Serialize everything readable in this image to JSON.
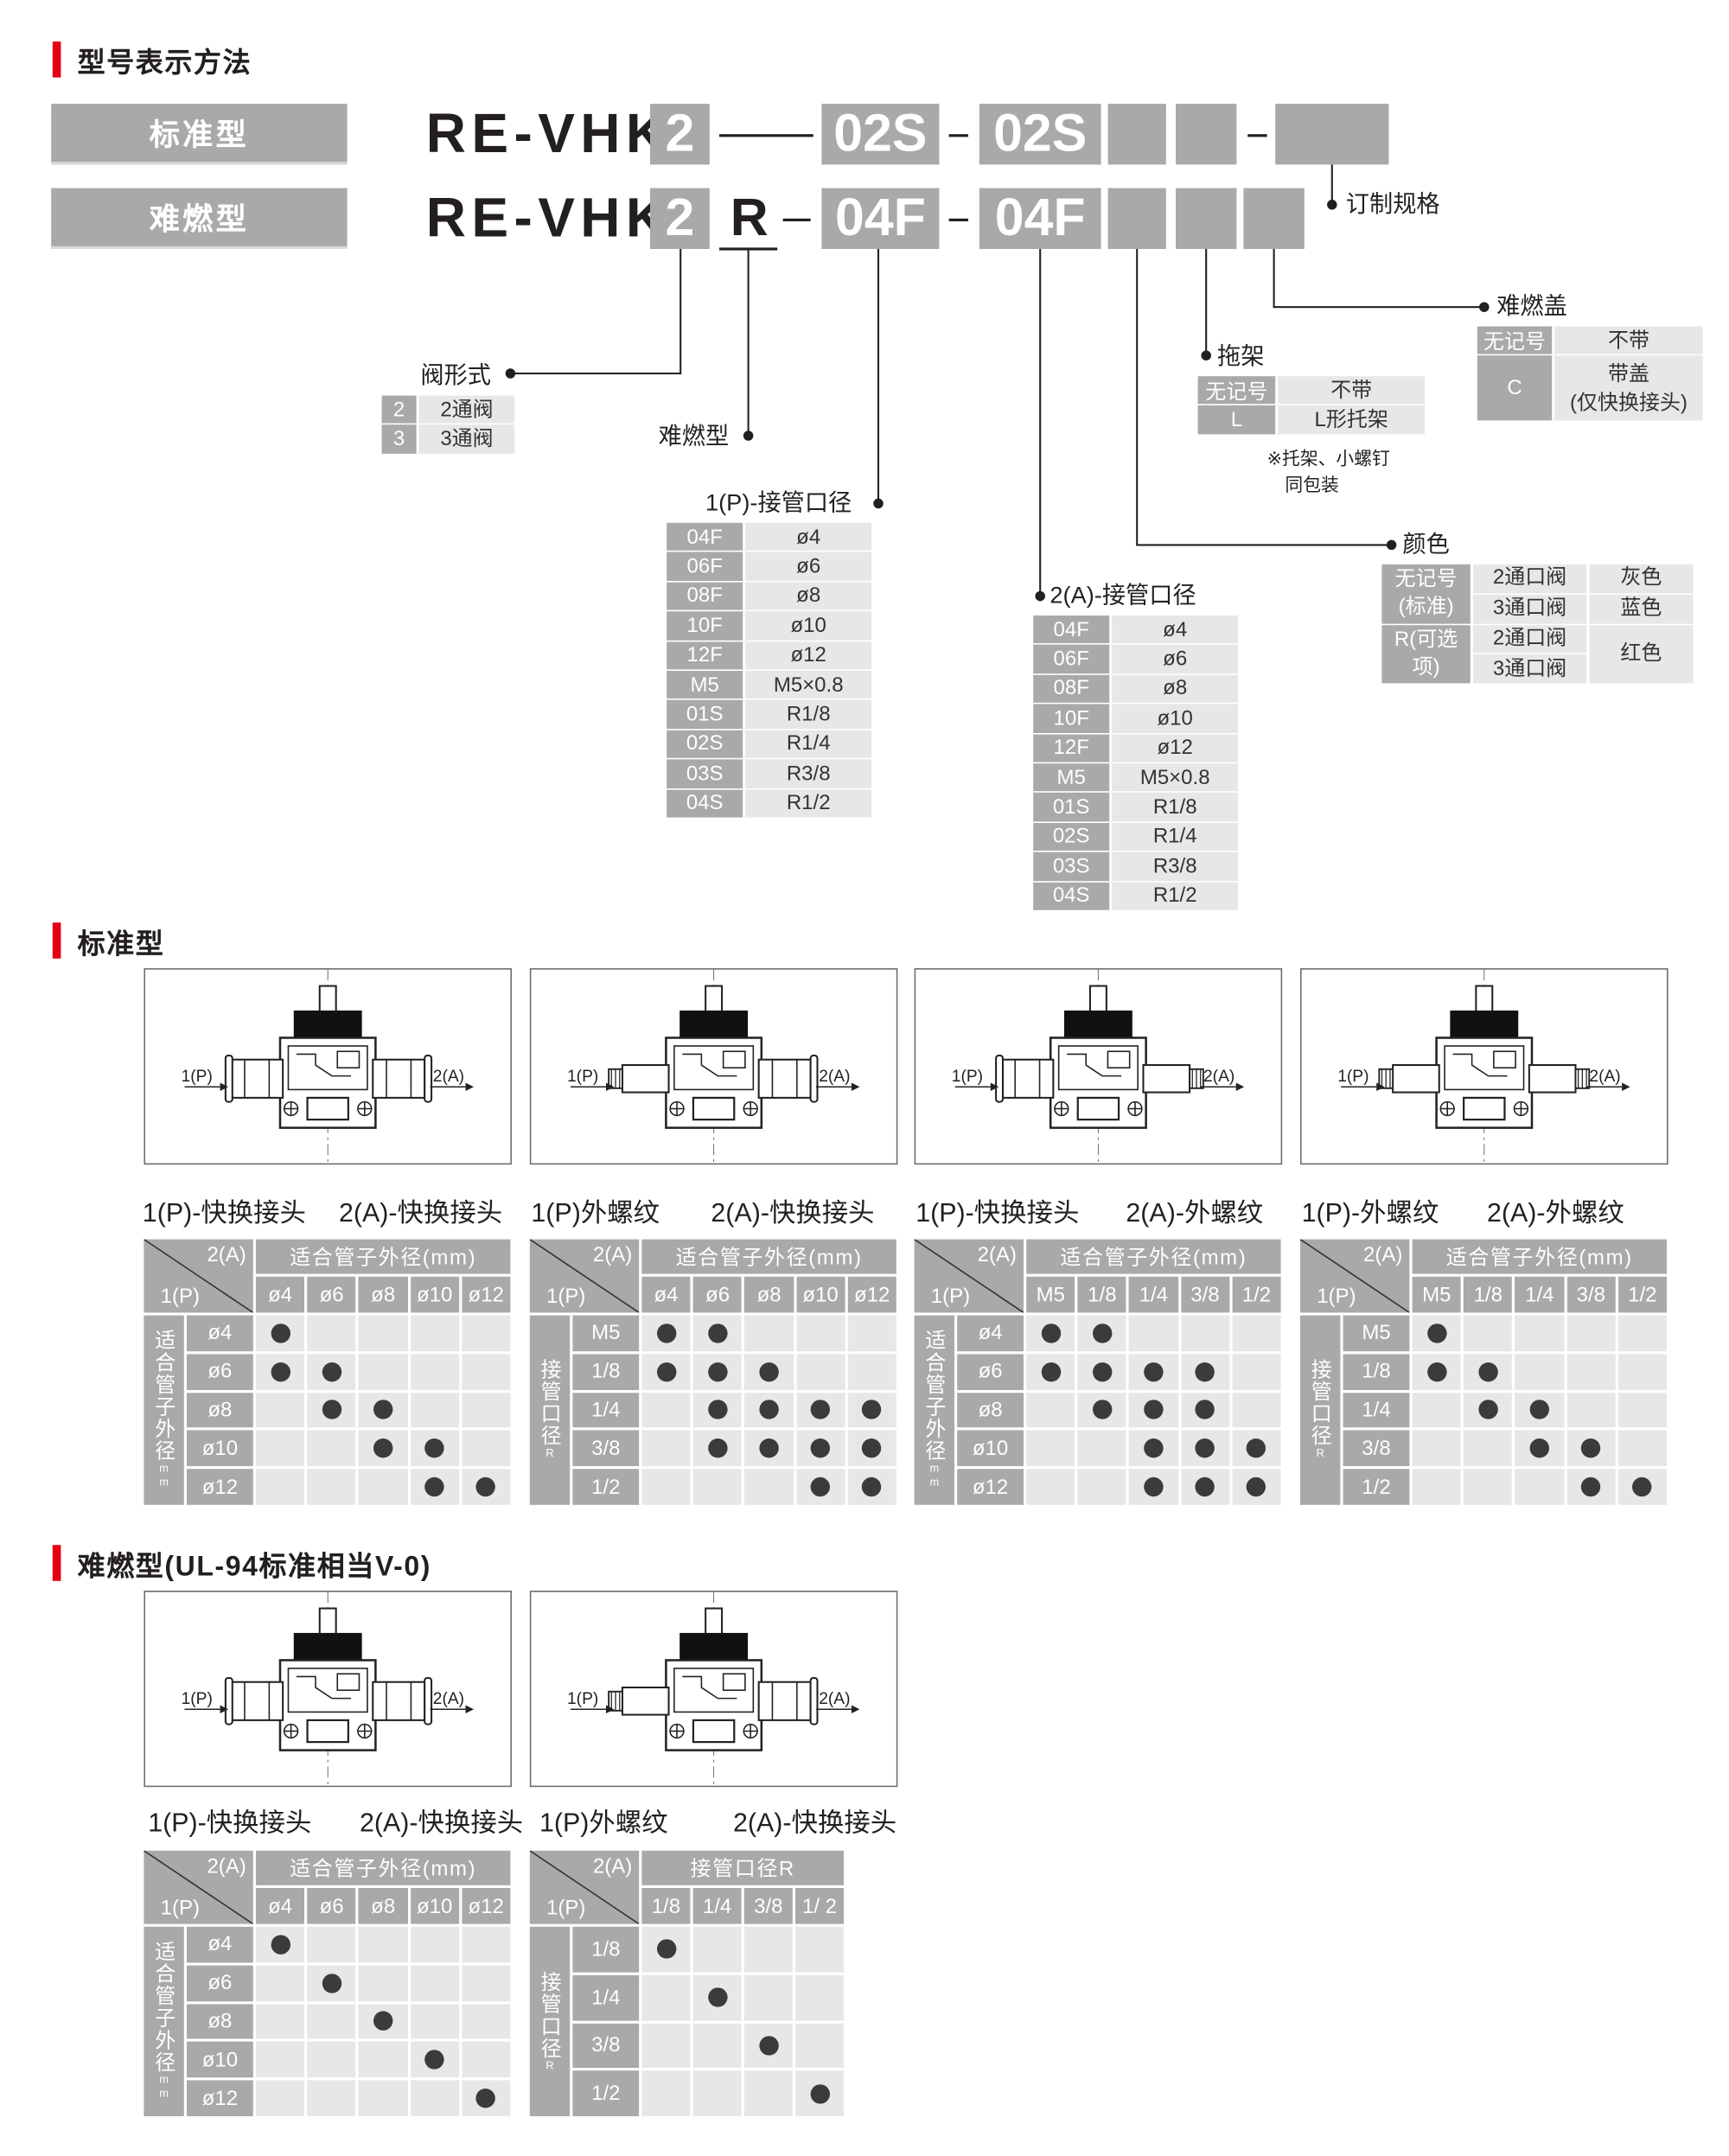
{
  "section_titles": {
    "model_notation": "型号表示方法",
    "standard": "标准型",
    "flame": "难燃型(UL-94标准相当V-0)"
  },
  "model": {
    "standard": {
      "label": "标准型",
      "prefix": "RE-VHK",
      "valve": "2",
      "port1": "02S",
      "port2": "02S"
    },
    "flame": {
      "label": "难燃型",
      "prefix": "RE-VHK",
      "valve": "2",
      "flame_code": "R",
      "port1": "04F",
      "port2": "04F"
    },
    "dash": "-"
  },
  "callouts": {
    "valve_type": {
      "title": "阀形式",
      "rows": [
        [
          "2",
          "2通阀"
        ],
        [
          "3",
          "3通阀"
        ]
      ]
    },
    "flame": {
      "title": "难燃型"
    },
    "port1": {
      "title": "1(P)-接管口径",
      "rows": [
        [
          "04F",
          "ø4"
        ],
        [
          "06F",
          "ø6"
        ],
        [
          "08F",
          "ø8"
        ],
        [
          "10F",
          "ø10"
        ],
        [
          "12F",
          "ø12"
        ],
        [
          "M5",
          "M5×0.8"
        ],
        [
          "01S",
          "R1/8"
        ],
        [
          "02S",
          "R1/4"
        ],
        [
          "03S",
          "R3/8"
        ],
        [
          "04S",
          "R1/2"
        ]
      ]
    },
    "port2": {
      "title": "2(A)-接管口径",
      "rows": [
        [
          "04F",
          "ø4"
        ],
        [
          "06F",
          "ø6"
        ],
        [
          "08F",
          "ø8"
        ],
        [
          "10F",
          "ø10"
        ],
        [
          "12F",
          "ø12"
        ],
        [
          "M5",
          "M5×0.8"
        ],
        [
          "01S",
          "R1/8"
        ],
        [
          "02S",
          "R1/4"
        ],
        [
          "03S",
          "R3/8"
        ],
        [
          "04S",
          "R1/2"
        ]
      ]
    },
    "color": {
      "title": "颜色",
      "rows": [
        {
          "k": "无记号\n(标准)",
          "items": [
            [
              "2通口阀",
              "灰色"
            ],
            [
              "3通口阀",
              "蓝色"
            ]
          ]
        },
        {
          "k": "R\n(可选项)",
          "items": [
            [
              "2通口阀",
              "红色"
            ],
            [
              "3通口阀",
              "红色"
            ]
          ]
        }
      ],
      "cells": {
        "k1": "无记号(标准)",
        "k2": "R(可选项)",
        "v1": "2通口阀",
        "v2": "3通口阀",
        "v3": "2通口阀",
        "v4": "3通口阀",
        "c1": "灰色",
        "c2": "蓝色",
        "c3": "红色"
      }
    },
    "bracket": {
      "title": "拖架",
      "rows": [
        [
          "无记号",
          "不带"
        ],
        [
          "L",
          "L形托架"
        ]
      ],
      "note1": "※托架、小螺钉",
      "note2": "同包装"
    },
    "cap": {
      "title": "难燃盖",
      "rows": [
        [
          "无记号",
          "不带"
        ],
        [
          "C",
          "带盖\n(仅快换接头)"
        ]
      ]
    },
    "custom": {
      "title": "订制规格"
    }
  },
  "port_labels": {
    "p1": "1(P)",
    "p2": "2(A)"
  },
  "standard_types": [
    {
      "cap1": "1(P)-快换接头",
      "cap2": "2(A)-快换接头",
      "left": "quick",
      "right": "quick"
    },
    {
      "cap1": "1(P)外螺纹",
      "cap2": "2(A)-快换接头",
      "left": "thread",
      "right": "quick"
    },
    {
      "cap1": "1(P)-快换接头",
      "cap2": "2(A)-外螺纹",
      "left": "quick",
      "right": "thread"
    },
    {
      "cap1": "1(P)-外螺纹",
      "cap2": "2(A)-外螺纹",
      "left": "thread",
      "right": "thread"
    }
  ],
  "flame_types": [
    {
      "cap1": "1(P)-快换接头",
      "cap2": "2(A)-快换接头",
      "left": "quick",
      "right": "quick"
    },
    {
      "cap1": "1(P)外螺纹",
      "cap2": "2(A)-快换接头",
      "left": "thread",
      "right": "quick"
    }
  ],
  "compat_tables": [
    {
      "a": "2(A)",
      "p": "1(P)",
      "title": "适合管子外径(mm)",
      "side": "适合管子外径",
      "side_unit": "mm",
      "cols": [
        "ø4",
        "ø6",
        "ø8",
        "ø10",
        "ø12"
      ],
      "rows": [
        "ø4",
        "ø6",
        "ø8",
        "ø10",
        "ø12"
      ],
      "m": [
        [
          1,
          0,
          0,
          0,
          0
        ],
        [
          1,
          1,
          0,
          0,
          0
        ],
        [
          0,
          1,
          1,
          0,
          0
        ],
        [
          0,
          0,
          1,
          1,
          0
        ],
        [
          0,
          0,
          0,
          1,
          1
        ]
      ]
    },
    {
      "a": "2(A)",
      "p": "1(P)",
      "title": "适合管子外径(mm)",
      "side": "接管口径",
      "side_unit": "R",
      "cols": [
        "ø4",
        "ø6",
        "ø8",
        "ø10",
        "ø12"
      ],
      "rows": [
        "M5",
        "1/8",
        "1/4",
        "3/8",
        "1/2"
      ],
      "m": [
        [
          1,
          1,
          0,
          0,
          0
        ],
        [
          1,
          1,
          1,
          0,
          0
        ],
        [
          0,
          1,
          1,
          1,
          1
        ],
        [
          0,
          1,
          1,
          1,
          1
        ],
        [
          0,
          0,
          0,
          1,
          1
        ]
      ]
    },
    {
      "a": "2(A)",
      "p": "1(P)",
      "title": "适合管子外径(mm)",
      "side": "适合管子外径",
      "side_unit": "mm",
      "cols": [
        "M5",
        "1/8",
        "1/4",
        "3/8",
        "1/2"
      ],
      "rows": [
        "ø4",
        "ø6",
        "ø8",
        "ø10",
        "ø12"
      ],
      "m": [
        [
          1,
          1,
          0,
          0,
          0
        ],
        [
          1,
          1,
          1,
          1,
          0
        ],
        [
          0,
          1,
          1,
          1,
          0
        ],
        [
          0,
          0,
          1,
          1,
          1
        ],
        [
          0,
          0,
          1,
          1,
          1
        ]
      ]
    },
    {
      "a": "2(A)",
      "p": "1(P)",
      "title": "适合管子外径(mm)",
      "side": "接管口径",
      "side_unit": "R",
      "cols": [
        "M5",
        "1/8",
        "1/4",
        "3/8",
        "1/2"
      ],
      "rows": [
        "M5",
        "1/8",
        "1/4",
        "3/8",
        "1/2"
      ],
      "m": [
        [
          1,
          0,
          0,
          0,
          0
        ],
        [
          1,
          1,
          0,
          0,
          0
        ],
        [
          0,
          1,
          1,
          0,
          0
        ],
        [
          0,
          0,
          1,
          1,
          0
        ],
        [
          0,
          0,
          0,
          1,
          1
        ]
      ]
    },
    {
      "a": "2(A)",
      "p": "1(P)",
      "title": "适合管子外径(mm)",
      "side": "适合管子外径",
      "side_unit": "mm",
      "cols": [
        "ø4",
        "ø6",
        "ø8",
        "ø10",
        "ø12"
      ],
      "rows": [
        "ø4",
        "ø6",
        "ø8",
        "ø10",
        "ø12"
      ],
      "m": [
        [
          1,
          0,
          0,
          0,
          0
        ],
        [
          0,
          1,
          0,
          0,
          0
        ],
        [
          0,
          0,
          1,
          0,
          0
        ],
        [
          0,
          0,
          0,
          1,
          0
        ],
        [
          0,
          0,
          0,
          0,
          1
        ]
      ]
    },
    {
      "a": "2(A)",
      "p": "1(P)",
      "title": "接管口径R",
      "side": "接管口径",
      "side_unit": "R",
      "cols": [
        "1/8",
        "1/4",
        "3/8",
        "1/ 2"
      ],
      "rows": [
        "1/8",
        "1/4",
        "3/8",
        "1/2"
      ],
      "m": [
        [
          1,
          0,
          0,
          0
        ],
        [
          0,
          1,
          0,
          0
        ],
        [
          0,
          0,
          1,
          0
        ],
        [
          0,
          0,
          0,
          1
        ]
      ]
    }
  ],
  "colors": {
    "accent": "#e60012",
    "header_gray": "#a7a9ab",
    "cell_light": "#e6e7e8",
    "dot": "#3b3b3c"
  }
}
